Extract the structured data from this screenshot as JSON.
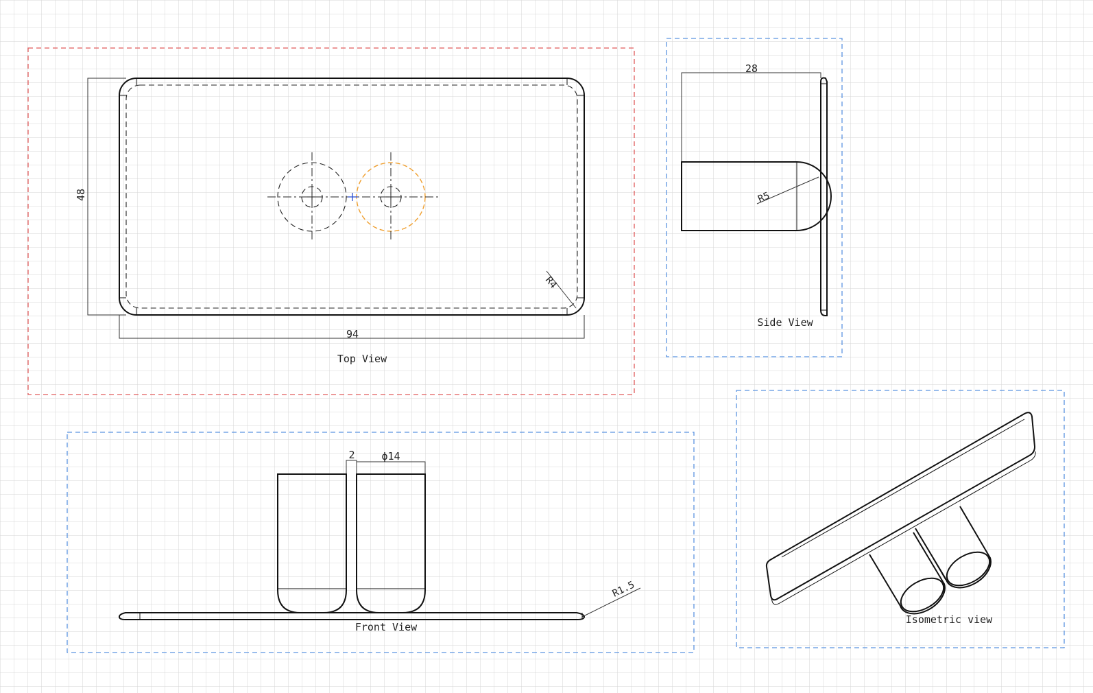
{
  "colors": {
    "grid": "#d6d6d6",
    "selected_frame": "#e05a5a",
    "view_frame": "#5a93e0",
    "highlight_circle": "#f0a030",
    "origin_marker": "#2a4fd0",
    "line": "#111111"
  },
  "views": {
    "top": {
      "label": "Top View",
      "selected": true,
      "dims": {
        "width": "94",
        "height": "48",
        "corner_radius": "R4"
      }
    },
    "side": {
      "label": "Side View",
      "selected": false,
      "dims": {
        "depth": "28",
        "radius": "R5"
      }
    },
    "front": {
      "label": "Front View",
      "selected": false,
      "dims": {
        "gap": "2",
        "diameter": "ϕ14",
        "edge_radius": "R1.5"
      }
    },
    "isometric": {
      "label": "Isometric view",
      "selected": false
    }
  }
}
